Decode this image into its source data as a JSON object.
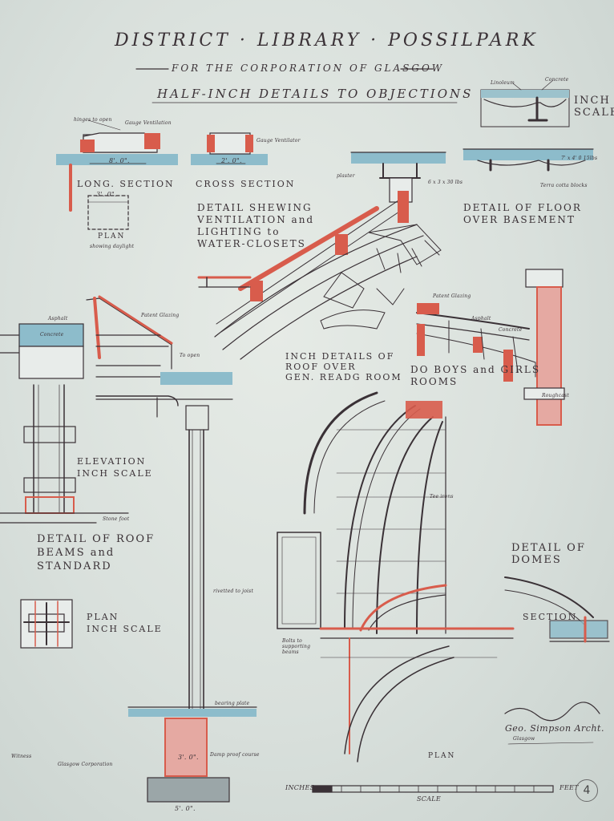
{
  "title": {
    "main": "DISTRICT · LIBRARY · POSSILPARK",
    "sub": "FOR THE CORPORATION OF GLASGOW",
    "subtitle": "HALF-INCH DETAILS TO OBJECTIONS"
  },
  "headings": {
    "inch_scale_top": "INCH SCALE",
    "long_section": "LONG. SECTION",
    "cross_section": "CROSS SECTION",
    "plan_skylight": "PLAN",
    "detail_ventilation": "DETAIL SHEWING\nVENTILATION and\nLIGHTING to\nWATER-CLOSETS",
    "detail_floor": "DETAIL OF FLOOR\nOVER BASEMENT",
    "inch_details_roof": "INCH DETAILS OF\nROOF OVER\nGEN. READG ROOM",
    "do_boys_girls": "DO BOYS and GIRLS\nROOMS",
    "elevation": "ELEVATION\nINCH SCALE",
    "detail_roof_beams": "DETAIL OF ROOF\nBEAMS and\nSTANDARD",
    "plan_inch": "PLAN\nINCH SCALE",
    "detail_domes": "DETAIL OF\nDOMES",
    "section": "SECTION",
    "plan_bottom": "PLAN",
    "scale_bar": "SCALE",
    "inches": "INCHES",
    "feet": "FEET"
  },
  "annotations": {
    "hinges": "hinges to open",
    "gauge_vent": "Gauge Ventilation",
    "gauge_vent2": "Gauge Ventilator",
    "dim_8ft": "8'. 0\".",
    "dim_2ft": "2'. 0\".",
    "dim_3ft": "3'. 0\".",
    "dim_5ft": "5'. 0\".",
    "showing_skylight": "showing daylight",
    "linoleum": "Linoleum",
    "concrete": "Concrete",
    "plaster": "plaster",
    "terra_cotta": "Terra cotta blocks",
    "patent_glazing": "Patent Glazing",
    "asphalt": "Asphalt",
    "to_open": "To open",
    "roughcast": "Roughcast",
    "stone_foot": "Stone foot",
    "bolts": "Bolts to supporting beams",
    "damp_course": "Damp proof course",
    "tee_irons": "Tee irons",
    "bearing_plate": "bearing plate",
    "dim_7x4": "7' x 4' 0 15lbs",
    "dim_6x3": "6 x 3 x 30 lbs",
    "rivets": "rivetted to joist",
    "sign_name": "Geo. Simpson Archt.",
    "sign_addr": "Glasgow",
    "witness": "Witness",
    "notes_left": "Glasgow Corporation"
  },
  "page_number": "4",
  "colors": {
    "paper": "#dfe5e1",
    "ink": "#3a3136",
    "red": "#d45a4a",
    "blue": "#6fa4b5"
  }
}
